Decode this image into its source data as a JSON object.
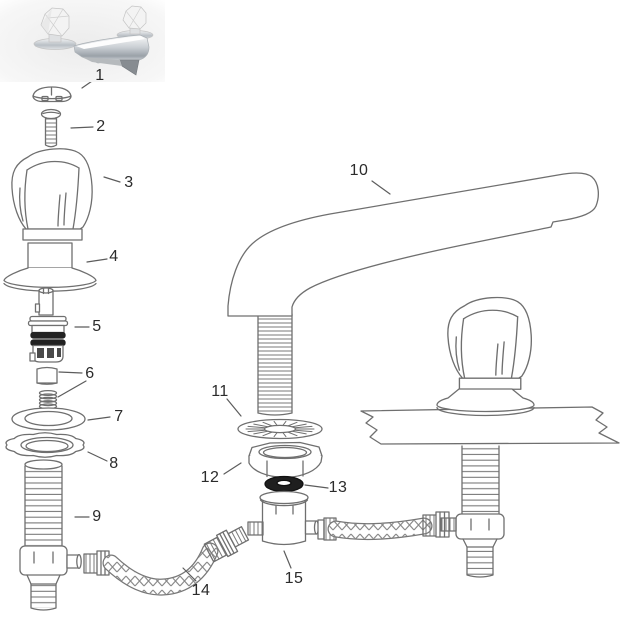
{
  "colors": {
    "line": "#6f6f6f",
    "label": "#2b2b2b",
    "o_ring": "#1f1f1f"
  },
  "parts": [
    "1",
    "2",
    "3",
    "4",
    "5",
    "6",
    "7",
    "8",
    "9",
    "10",
    "11",
    "12",
    "13",
    "14",
    "15"
  ]
}
